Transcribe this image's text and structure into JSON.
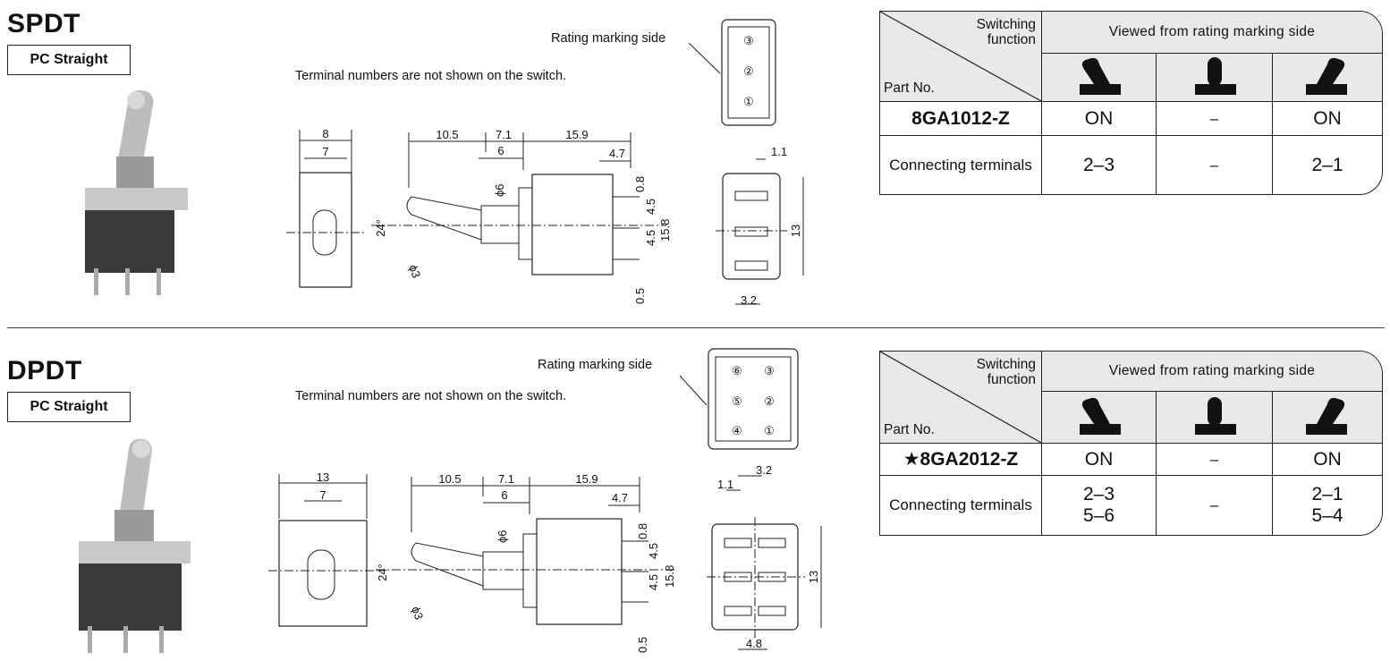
{
  "sections": [
    {
      "type": "SPDT",
      "mount": "PC Straight",
      "note": "Terminal numbers are not shown on the switch.",
      "rating_label": "Rating marking side",
      "terminal_labels": [
        "③",
        "②",
        "①"
      ],
      "dims": {
        "front_w": "8",
        "front_inner": "7",
        "side_a": "10.5",
        "side_b": "7.1",
        "side_c": "15.9",
        "side_d": "6",
        "side_e": "4.7",
        "angle": "24°",
        "pin_dia": "ϕ3",
        "bush_dia": "ϕ6",
        "v1": "0.8",
        "v2": "4.5",
        "v3": "4.5",
        "v4": "15.8",
        "v5": "0.5",
        "bot_w": "1.1",
        "bot_h": "13",
        "bot_pitch": "3.2"
      },
      "table": {
        "switching": "Switching function",
        "viewed": "Viewed from rating marking side",
        "part_label": "Part No.",
        "part_no": "8GA1012-Z",
        "row1": [
          "ON",
          "–",
          "ON"
        ],
        "conn_label": "Connecting terminals",
        "row2": [
          "2–3",
          "–",
          "2–1"
        ]
      }
    },
    {
      "type": "DPDT",
      "mount": "PC Straight",
      "note": "Terminal numbers are not shown on the switch.",
      "rating_label": "Rating marking side",
      "terminal_labels": [
        "⑥",
        "③",
        "⑤",
        "②",
        "④",
        "①"
      ],
      "dims": {
        "front_w": "13",
        "front_inner": "7",
        "side_a": "10.5",
        "side_b": "7.1",
        "side_c": "15.9",
        "side_d": "6",
        "side_e": "4.7",
        "angle": "24°",
        "pin_dia": "ϕ3",
        "bush_dia": "ϕ6",
        "v1": "0.8",
        "v2": "4.5",
        "v3": "4.5",
        "v4": "15.8",
        "v5": "0.5",
        "bot_w": "1.1",
        "bot_top": "3.2",
        "bot_h": "13",
        "bot_pitch": "4.8"
      },
      "table": {
        "switching": "Switching function",
        "viewed": "Viewed from rating marking side",
        "part_label": "Part No.",
        "part_no": "★8GA2012-Z",
        "row1": [
          "ON",
          "–",
          "ON"
        ],
        "conn_label": "Connecting terminals",
        "row2a": [
          "2–3",
          "–",
          "2–1"
        ],
        "row2b": [
          "5–6",
          "5–4"
        ]
      }
    }
  ],
  "colors": {
    "line": "#222222",
    "header_bg": "#e9e9e9"
  }
}
